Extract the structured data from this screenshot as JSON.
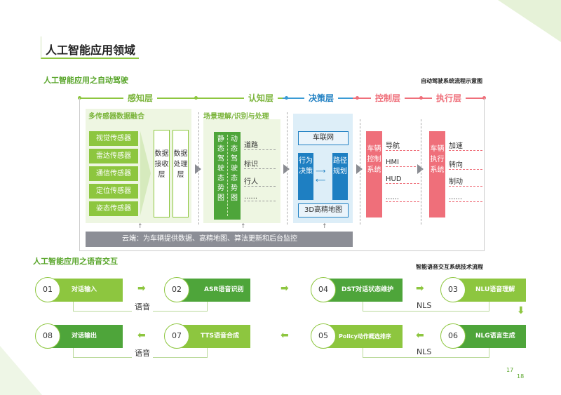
{
  "title": "人工智能应用领域",
  "auto": {
    "subtitle": "人工智能应用之自动驾驶",
    "caption": "自动驾驶系统流程示意图",
    "layers": [
      "感知层",
      "认知层",
      "决策层",
      "控制层",
      "执行层"
    ],
    "perception": {
      "title": "多传感器数据融合",
      "sensors": [
        "视觉传感器",
        "雷达传感器",
        "通信传感器",
        "定位传感器",
        "姿态传感器"
      ],
      "recv": "数据接收层",
      "proc": "数据处理层"
    },
    "cognition": {
      "title": "场景理解/识别与处理",
      "static": "静态驾驶态势图",
      "dynamic": "动态驾驶态势图",
      "items": [
        "道路",
        "标识",
        "行人",
        "......"
      ]
    },
    "decision": {
      "v2x": "车联网",
      "behavior": "行为决策",
      "path": "路径规划",
      "map": "3D高精地图"
    },
    "control": {
      "system": "车辆控制系统",
      "items": [
        "导航",
        "HMI",
        "HUD",
        "......"
      ]
    },
    "execution": {
      "system": "车辆执行系统",
      "items": [
        "加速",
        "转向",
        "制动",
        "......"
      ]
    },
    "cloud": "云端：为车辆提供数据、高精地图、算法更新和后台监控"
  },
  "voice": {
    "subtitle": "人工智能应用之语音交互",
    "caption": "智能语音交互系统技术流程",
    "steps": [
      {
        "n": "01",
        "t": "对话输入"
      },
      {
        "n": "02",
        "t": "ASR语音识别"
      },
      {
        "n": "04",
        "t": "DST对话状态维护"
      },
      {
        "n": "03",
        "t": "NLU语音理解"
      },
      {
        "n": "08",
        "t": "对话输出"
      },
      {
        "n": "07",
        "t": "TTS语音合成"
      },
      {
        "n": "05",
        "t": "Policy动作概选排序"
      },
      {
        "n": "06",
        "t": "NLG语言生成"
      }
    ],
    "brackets": [
      "语音",
      "NLS",
      "语音",
      "NLS"
    ]
  },
  "pages": [
    "17",
    "18"
  ]
}
